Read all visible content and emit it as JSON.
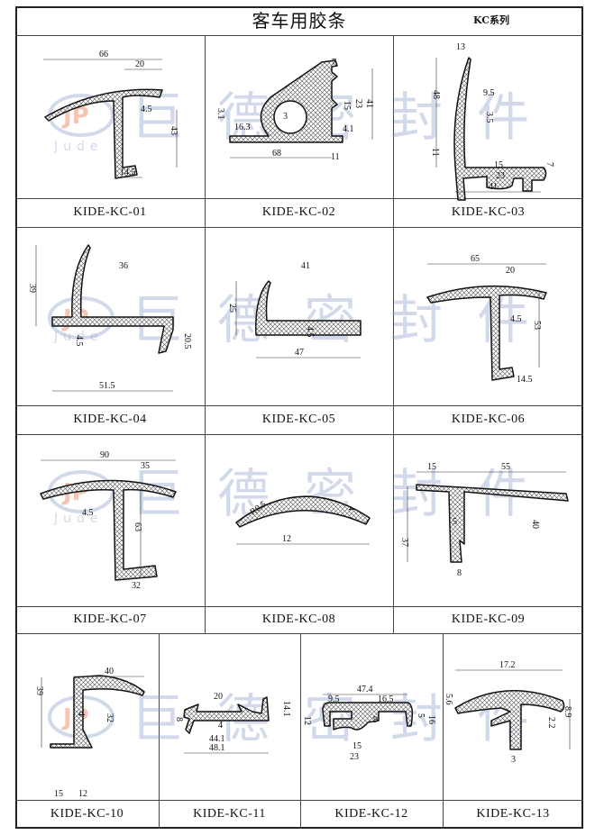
{
  "header": {
    "title": "客车用胶条",
    "series": "KC系列"
  },
  "watermark": {
    "brand": "Jude",
    "text": "巨德密封件"
  },
  "colors": {
    "line": "#222222",
    "watermark": "#7f95c4",
    "accent": "#e05a2a"
  },
  "products": [
    {
      "id": "KIDE-KC-01",
      "dims": [
        "66",
        "20",
        "4.5",
        "43",
        "14.5"
      ]
    },
    {
      "id": "KIDE-KC-02",
      "dims": [
        "7",
        "15",
        "23",
        "41",
        "3.1",
        "16.3",
        "3",
        "4.1",
        "68",
        "11"
      ]
    },
    {
      "id": "KIDE-KC-03",
      "dims": [
        "13",
        "48",
        "9.5",
        "3.5",
        "11",
        "7",
        "15",
        "23",
        "41"
      ]
    },
    {
      "id": "KIDE-KC-04",
      "dims": [
        "39",
        "36",
        "4.5",
        "20.5",
        "51.5"
      ]
    },
    {
      "id": "KIDE-KC-05",
      "dims": [
        "41",
        "25",
        "4.5",
        "47"
      ]
    },
    {
      "id": "KIDE-KC-06",
      "dims": [
        "65",
        "20",
        "4.5",
        "53",
        "14.5"
      ]
    },
    {
      "id": "KIDE-KC-07",
      "dims": [
        "90",
        "35",
        "4.5",
        "63",
        "32"
      ]
    },
    {
      "id": "KIDE-KC-08",
      "dims": [
        "R0.5",
        "4",
        "12"
      ]
    },
    {
      "id": "KIDE-KC-09",
      "dims": [
        "15",
        "55",
        "37",
        "5",
        "40",
        "8"
      ]
    },
    {
      "id": "KIDE-KC-10",
      "dims": [
        "40",
        "39",
        "4",
        "32",
        "15",
        "12"
      ]
    },
    {
      "id": "KIDE-KC-11",
      "dims": [
        "20",
        "8",
        "4",
        "14.1",
        "44.1",
        "48.1"
      ]
    },
    {
      "id": "KIDE-KC-12",
      "dims": [
        "47.4",
        "9.5",
        "16.5",
        "12",
        "5",
        "16",
        "9",
        "15",
        "23"
      ]
    },
    {
      "id": "KIDE-KC-13",
      "dims": [
        "17.2",
        "5.6",
        "2.2",
        "8.9",
        "3"
      ]
    }
  ]
}
